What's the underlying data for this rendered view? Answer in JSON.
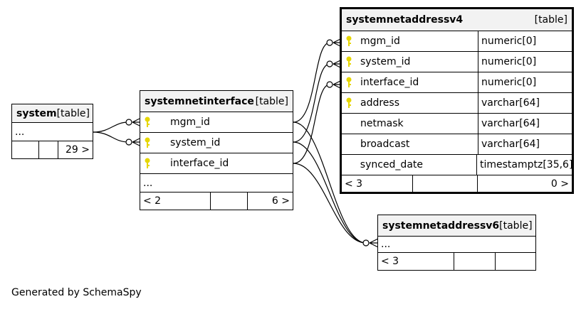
{
  "tables": {
    "system": {
      "name": "system",
      "kind": "[table]",
      "more": "...",
      "footer": [
        "",
        "",
        "29 >"
      ]
    },
    "systemnetinterface": {
      "name": "systemnetinterface",
      "kind": "[table]",
      "columns": [
        {
          "name": "mgm_id",
          "key": true
        },
        {
          "name": "system_id",
          "key": true
        },
        {
          "name": "interface_id",
          "key": true
        }
      ],
      "more": "...",
      "footer": [
        "< 2",
        "",
        "6 >"
      ]
    },
    "systemnetaddressv4": {
      "name": "systemnetaddressv4",
      "kind": "[table]",
      "columns": [
        {
          "name": "mgm_id",
          "type": "numeric[0]",
          "key": true
        },
        {
          "name": "system_id",
          "type": "numeric[0]",
          "key": true
        },
        {
          "name": "interface_id",
          "type": "numeric[0]",
          "key": true
        },
        {
          "name": "address",
          "type": "varchar[64]",
          "key": true
        },
        {
          "name": "netmask",
          "type": "varchar[64]",
          "key": false
        },
        {
          "name": "broadcast",
          "type": "varchar[64]",
          "key": false
        },
        {
          "name": "synced_date",
          "type": "timestamptz[35,6]",
          "key": false
        }
      ],
      "footer": [
        "< 3",
        "",
        "0 >"
      ]
    },
    "systemnetaddressv6": {
      "name": "systemnetaddressv6",
      "kind": "[table]",
      "more": "...",
      "footer": [
        "< 3",
        "",
        ""
      ]
    }
  },
  "caption": "Generated by SchemaSpy",
  "colors": {
    "key_icon": "#e6d600",
    "header_bg": "#f2f2f2",
    "line": "#000000"
  },
  "icons": {
    "primary_key": "key-icon"
  }
}
